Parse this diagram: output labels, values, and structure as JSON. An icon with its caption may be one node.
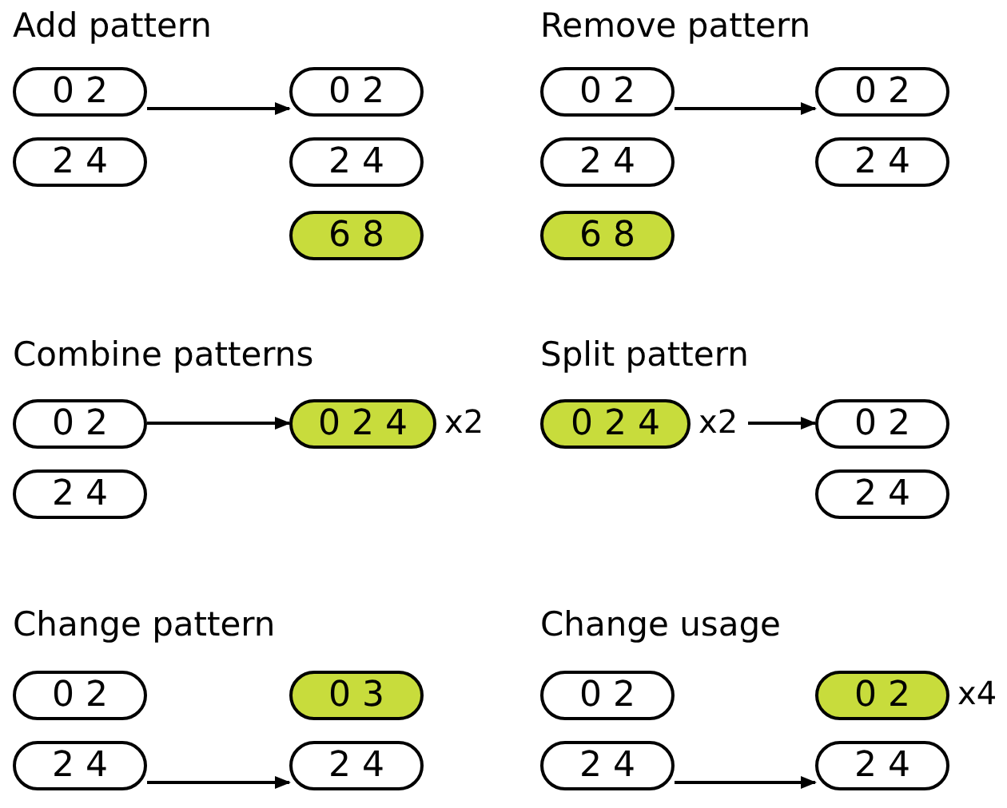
{
  "diagram": {
    "nodes": [
      {
        "text": [
          "0 2"
        ]
      },
      {
        "text": [
          "2 4"
        ]
      },
      {
        "text": [
          "0 2"
        ]
      },
      {
        "text": [
          "2 4"
        ]
      },
      {
        "text": [
          "6 8"
        ]
      },
      {
        "text": [
          "0 2"
        ]
      },
      {
        "text": [
          "2 4"
        ]
      },
      {
        "text": [
          "6 8"
        ]
      },
      {
        "text": [
          "0 2"
        ]
      },
      {
        "text": [
          "2 4"
        ]
      },
      {
        "text": [
          "0 2"
        ]
      },
      {
        "text": [
          "2 4"
        ]
      },
      {
        "text": [
          "0 2 4"
        ],
        "beside": [
          "x2"
        ]
      },
      {
        "text": [
          "0 2 4"
        ],
        "beside": [
          "x2"
        ]
      },
      {
        "text": [
          "0 2"
        ]
      },
      {
        "text": [
          "2 4"
        ]
      },
      {
        "text": [
          "0 2"
        ]
      },
      {
        "text": [
          "2 4"
        ]
      },
      {
        "text": [
          "0 3"
        ]
      },
      {
        "text": [
          "2 4"
        ]
      },
      {
        "text": [
          "0 2"
        ]
      },
      {
        "text": [
          "2 4"
        ]
      },
      {
        "text": [
          "0 2"
        ],
        "beside": [
          "x4"
        ]
      },
      {
        "text": [
          "2 4"
        ]
      }
    ],
    "edges": [
      {
        "from": 0,
        "to": 2,
        "arrow": "to"
      },
      {
        "from": 5,
        "to": 8,
        "arrow": "to"
      },
      {
        "from": 10,
        "to": 12,
        "arrow": "to"
      },
      {
        "from": 13,
        "to": 14,
        "arrow": "to"
      },
      {
        "from": 17,
        "to": 19,
        "arrow": "to"
      },
      {
        "from": 21,
        "to": 23,
        "arrow": "to"
      }
    ],
    "labels": [
      "Add pattern",
      "Remove pattern",
      "Combine patterns",
      "Split pattern",
      "Change pattern",
      "Change usage"
    ]
  }
}
